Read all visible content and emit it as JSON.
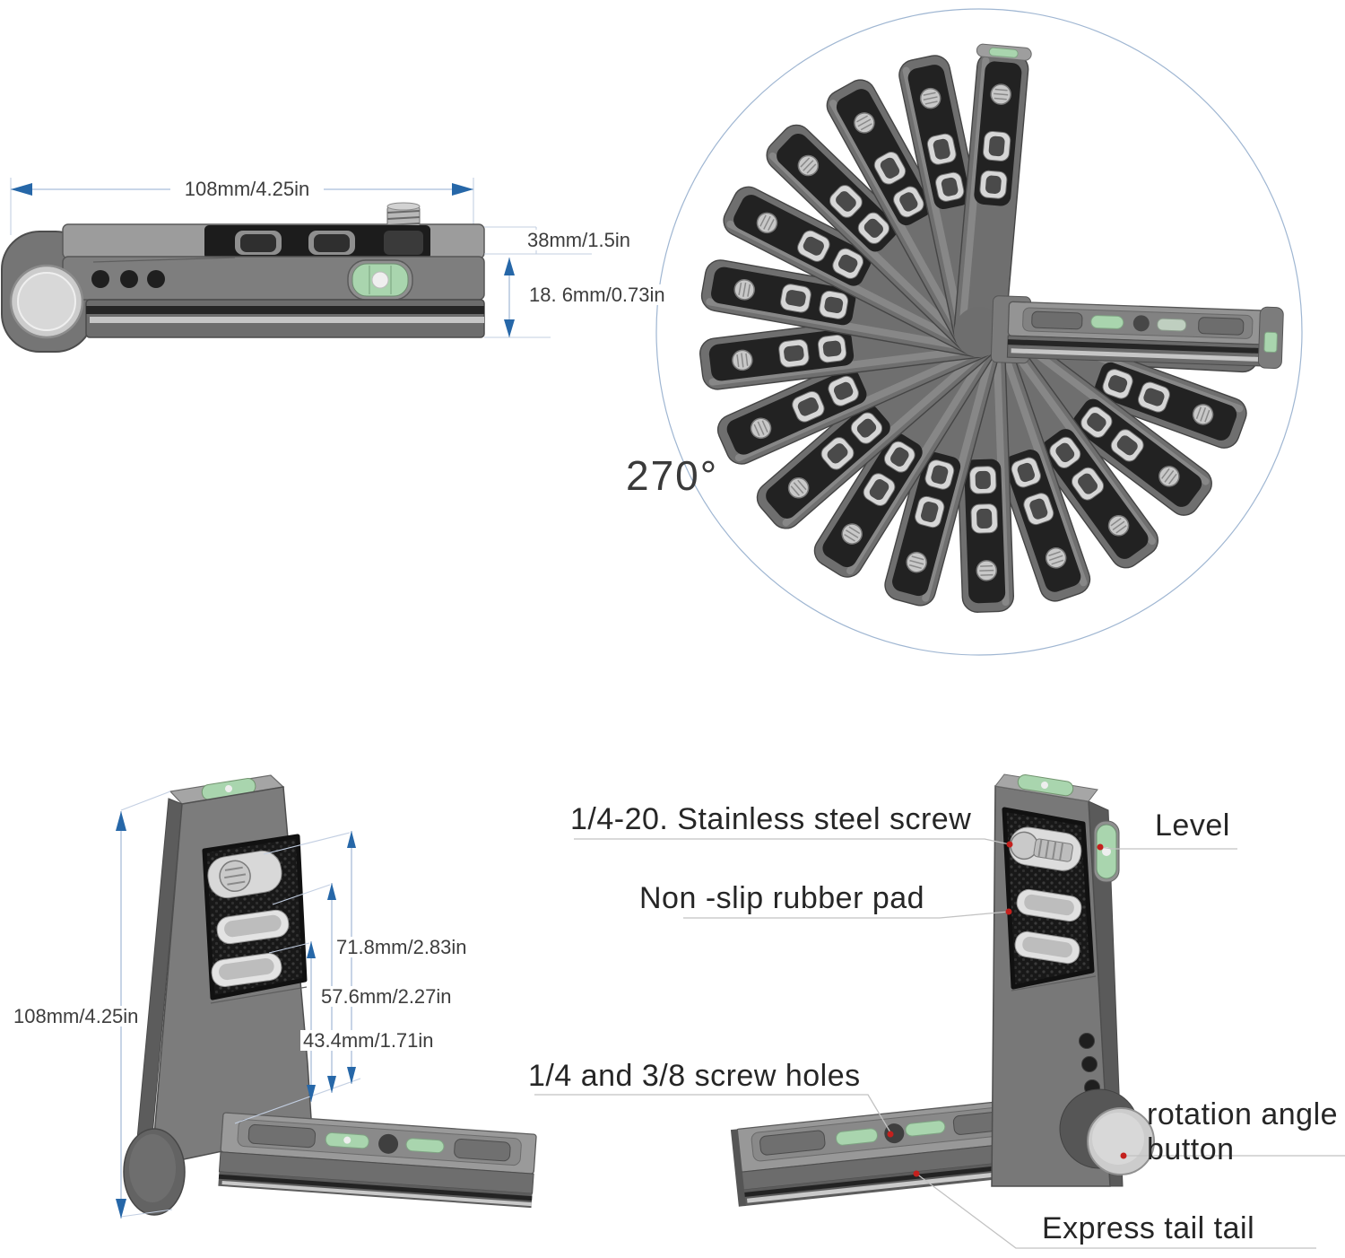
{
  "colors": {
    "dimension_blue": "#2667a8",
    "dimension_line_blue": "#a9bdd9",
    "level_green": "#a9d5ae",
    "marker_red": "#c4201d",
    "body_gray": "#7a7a7a",
    "pad_black": "#1b1b1b"
  },
  "top_left_view": {
    "width_dim": "108mm/4.25in",
    "depth_dim": "38mm/1.5in",
    "height_dim": "18. 6mm/0.73in"
  },
  "rotation_view": {
    "angle_label": "270°"
  },
  "front_view": {
    "height_dim": "108mm/4.25in",
    "screw_height_dim": "71.8mm/2.83in",
    "slot1_height_dim": "57.6mm/2.27in",
    "slot2_height_dim": "43.4mm/1.71in"
  },
  "labeled_view": {
    "screw_label": "1/4-20. Stainless steel screw",
    "pad_label": "Non -slip rubber pad",
    "level_label": "Level",
    "holes_label": "1/4 and 3/8 screw holes",
    "rotation_button_label": "rotation angle button",
    "tail_label": "Express tail tail"
  }
}
